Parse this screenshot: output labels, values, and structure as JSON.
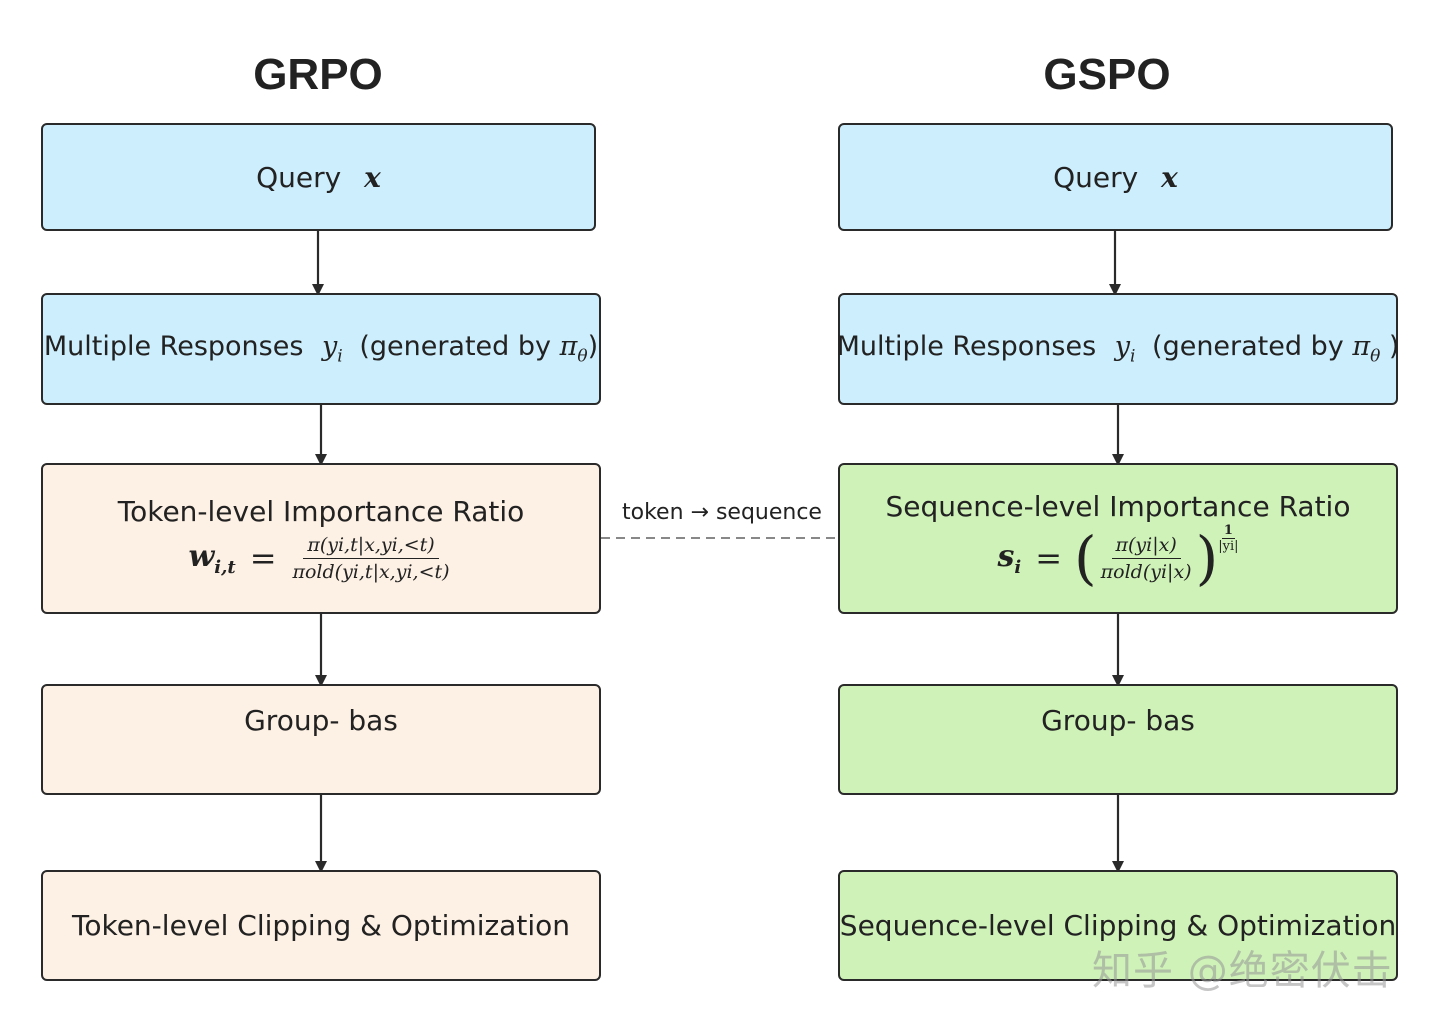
{
  "left": {
    "title": "GRPO",
    "query": {
      "label": "Query",
      "var": "x"
    },
    "responses": {
      "label": "Multiple Responses",
      "var": "y",
      "sub": "i",
      "tail_open": "(generated by ",
      "pi": "π",
      "pi_sub": "θ",
      "tail_close": ")"
    },
    "ratio": {
      "title": "Token-level Importance Ratio",
      "lhs": "w",
      "lhs_sub": "i,t",
      "eq": "=",
      "numerator": "π(yi,t|x,yi,<t)",
      "denominator": "πold(yi,t|x,yi,<t)"
    },
    "group": {
      "label": "Group- bas"
    },
    "clip": {
      "label": "Token-level Clipping & Optimization"
    }
  },
  "right": {
    "title": "GSPO",
    "query": {
      "label": "Query",
      "var": "x"
    },
    "responses": {
      "label": "Multiple Responses",
      "var": "y",
      "sub": "i",
      "tail_open": "(generated by ",
      "pi": "π",
      "pi_sub": "θ",
      "tail_close": " )"
    },
    "ratio": {
      "title": "Sequence-level Importance Ratio",
      "lhs": "s",
      "lhs_sub": "i",
      "eq": "=",
      "numerator": "π(yi|x)",
      "denominator": "πold(yi|x)",
      "exp_num": "1",
      "exp_den": "|yi|"
    },
    "group": {
      "label": "Group- bas"
    },
    "clip": {
      "label": "Sequence-level Clipping & Optimization"
    }
  },
  "connector": {
    "label": "token → sequence"
  },
  "watermark": "知乎 @绝密伏击",
  "colors": {
    "query_fill": "#cdeefd",
    "grpo_fill": "#fdf0e4",
    "gspo_fill": "#cff2b8",
    "stroke": "#2a2a2a",
    "dash": "#888888"
  }
}
